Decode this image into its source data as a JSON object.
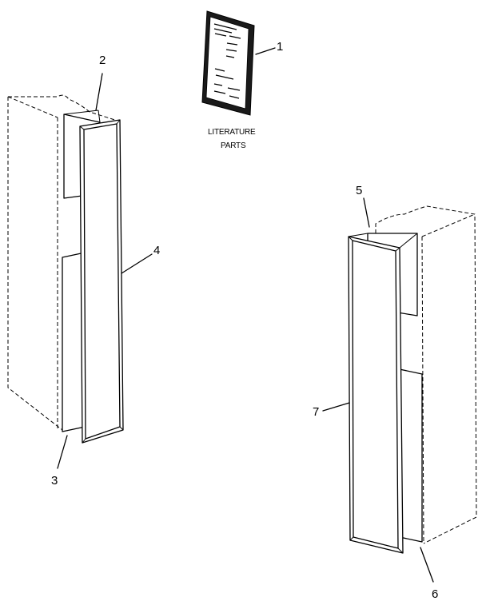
{
  "callouts": [
    {
      "id": "1",
      "text": "1"
    },
    {
      "id": "2",
      "text": "2"
    },
    {
      "id": "3",
      "text": "3"
    },
    {
      "id": "4",
      "text": "4"
    },
    {
      "id": "5",
      "text": "5"
    },
    {
      "id": "6",
      "text": "6"
    },
    {
      "id": "7",
      "text": "7"
    }
  ],
  "literature_caption": {
    "line1": "LITERATURE",
    "line2": "PARTS"
  }
}
